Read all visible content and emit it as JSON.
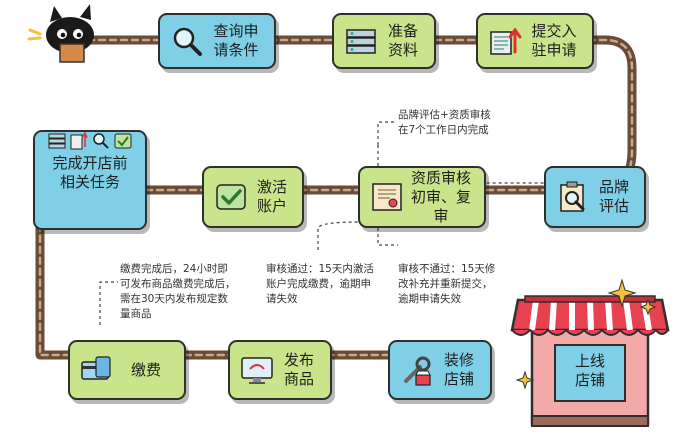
{
  "steps": {
    "query": "查询申\n请条件",
    "prepare": "准备\n资料",
    "submit": "提交入\n驻申请",
    "brand_eval": "品牌\n评估",
    "qual_review": "资质审核\n初审、复审",
    "activate": "激活\n账户",
    "complete_tasks": "完成开店前\n相关任务",
    "pay": "缴费",
    "publish": "发布\n商品",
    "decorate": "装修\n店铺",
    "launch": "上线\n店铺"
  },
  "notes": {
    "brand_review": "品牌评估+资质审核\n在7个工作日内完成",
    "pass": "审核通过：15天内激活\n账户完成缴费，逾期申\n请失效",
    "fail": "审核不通过：15天修\n改补充并重新提交，\n逾期申请失效",
    "payment": "缴费完成后，24小时即\n可发布商品缴费完成后，\n需在30天内发布规定数\n量商品"
  },
  "colors": {
    "teal": "#7fd0e6",
    "green": "#c9e48a",
    "road": "#7a5a44",
    "awning_red": "#e8414f",
    "store_body": "#f4a9a9"
  },
  "icons": [
    "tmall-cat-mascot",
    "magnifier-icon",
    "server-icon",
    "documents-upload-icon",
    "clipboard-search-icon",
    "certificate-icon",
    "checkmark-icon",
    "bank-card-icon",
    "monitor-icon",
    "tools-icon",
    "sparkle-icon"
  ]
}
